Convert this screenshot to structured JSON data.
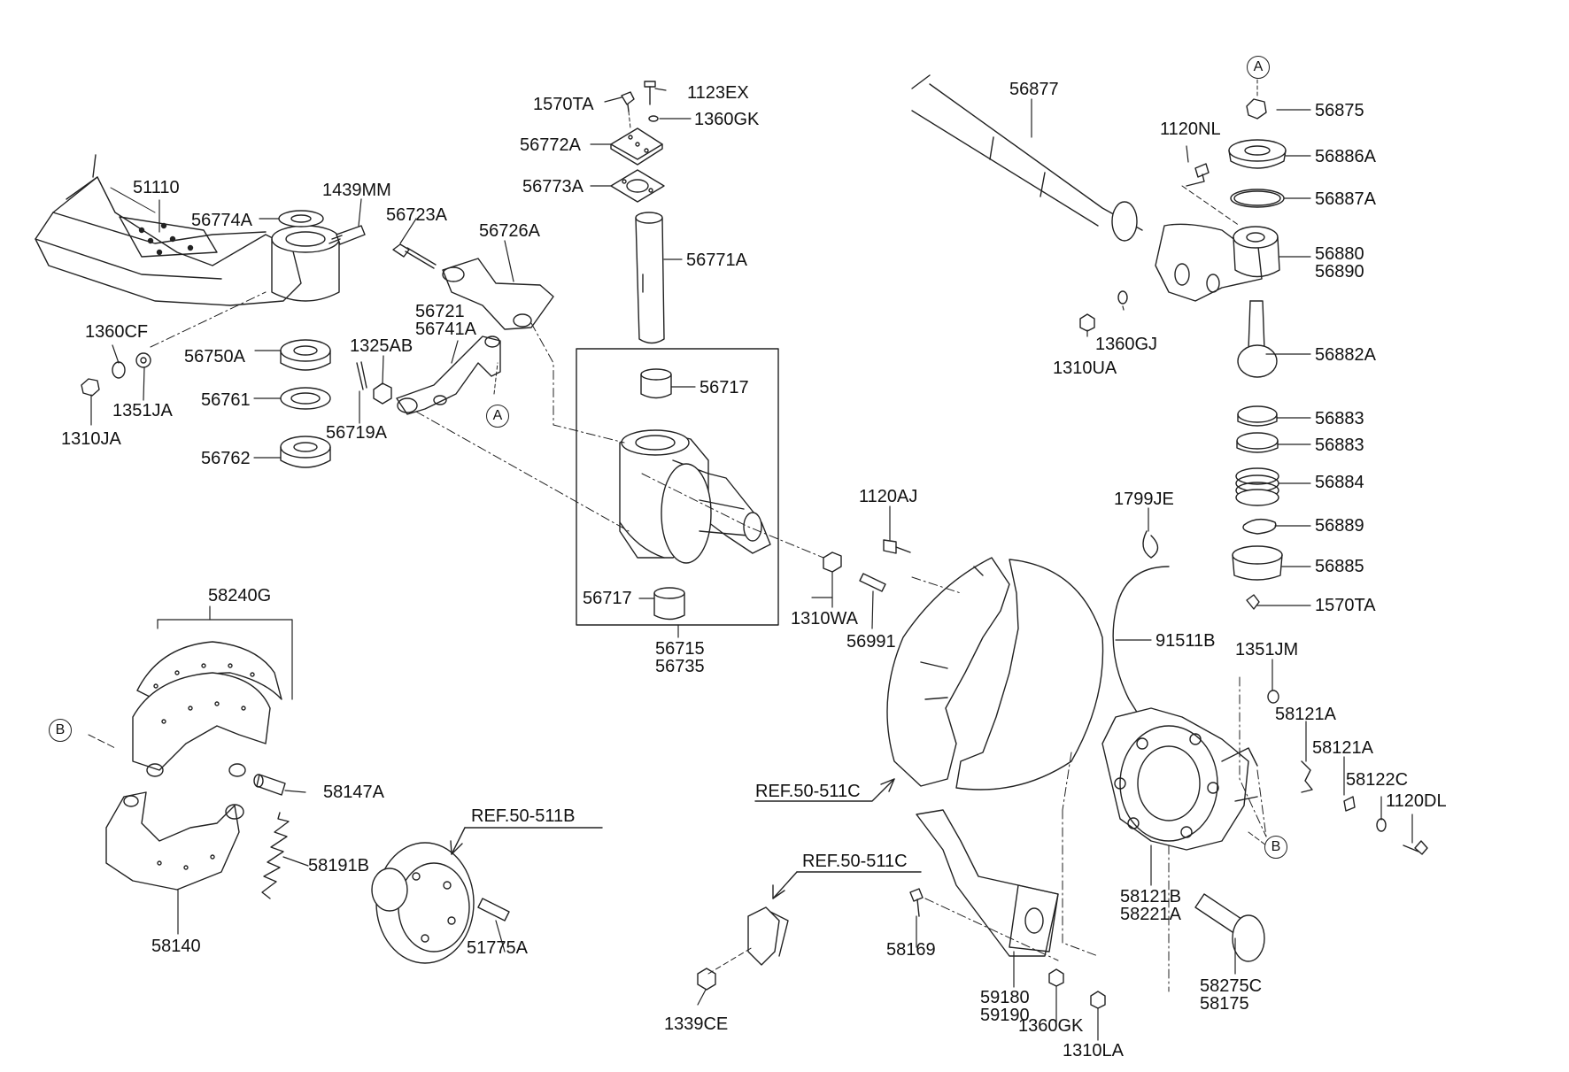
{
  "diagram": {
    "callouts": {
      "a": "A",
      "b": "B"
    },
    "refs": {
      "ref_brake_backing_plate": "REF.50-511C",
      "ref_hub": "REF.50-511B",
      "ref_bracket": "REF.50-511C"
    },
    "parts": {
      "p51110": "51110",
      "p1439MM": "1439MM",
      "p56774A": "56774A",
      "p56723A": "56723A",
      "p56726A": "56726A",
      "p56721": "56721",
      "p56741A": "56741A",
      "p1360CF": "1360CF",
      "p56750A": "56750A",
      "p1325AB": "1325AB",
      "p1351JA": "1351JA",
      "p56761": "56761",
      "p56719A": "56719A",
      "p1310JA": "1310JA",
      "p56762": "56762",
      "p1570TA_top": "1570TA",
      "p1123EX": "1123EX",
      "p1360GK_top": "1360GK",
      "p56772A": "56772A",
      "p56773A": "56773A",
      "p56771A": "56771A",
      "p56717_top": "56717",
      "p56717_bottom": "56717",
      "p56715": "56715",
      "p56735": "56735",
      "p56877": "56877",
      "p1120NL": "1120NL",
      "p56875": "56875",
      "p56886A": "56886A",
      "p56887A": "56887A",
      "p56880": "56880",
      "p56890": "56890",
      "p1360GJ": "1360GJ",
      "p1310UA": "1310UA",
      "p56882A": "56882A",
      "p56883_a": "56883",
      "p56883_b": "56883",
      "p56884": "56884",
      "p56889": "56889",
      "p56885": "56885",
      "p1570TA_right": "1570TA",
      "p1120AJ": "1120AJ",
      "p1799JE": "1799JE",
      "p1310WA": "1310WA",
      "p56991": "56991",
      "p91511B": "91511B",
      "p1351JM": "1351JM",
      "p58121A_a": "58121A",
      "p58121A_b": "58121A",
      "p58122C": "58122C",
      "p1120DL": "1120DL",
      "p58240G": "58240G",
      "p58147A": "58147A",
      "p58191B": "58191B",
      "p58140": "58140",
      "p51775A": "51775A",
      "p1339CE": "1339CE",
      "p58169": "58169",
      "p59180": "59180",
      "p59190": "59190",
      "p1360GK_bottom": "1360GK",
      "p1310LA": "1310LA",
      "p58121B": "58121B",
      "p58221A": "58221A",
      "p58275C": "58275C",
      "p58175": "58175"
    }
  }
}
